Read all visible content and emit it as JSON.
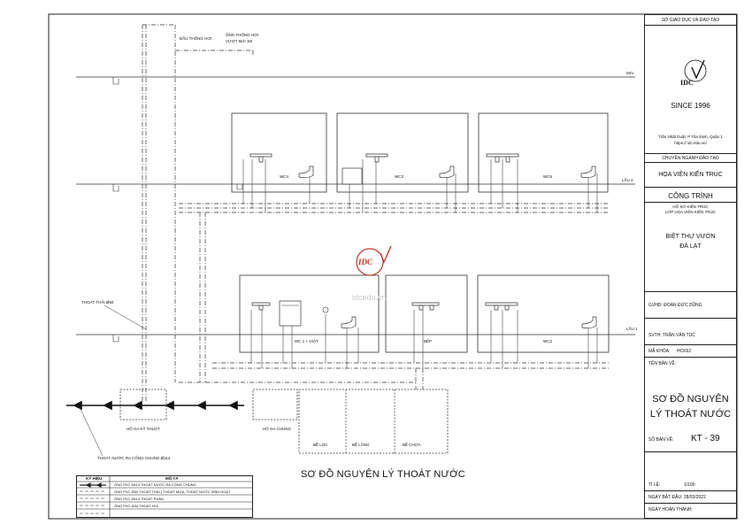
{
  "diagram": {
    "main_title": "SƠ ĐỒ NGUYÊN LÝ THOÁT NƯỚC",
    "labels": {
      "dau_thong_hoi": "ĐẦU THÔNG HƠI",
      "ong_thong_hoi_line1": "ỐNG THÔNG HƠI",
      "ong_thong_hoi_line2": "VƯỢT MÁI 1M",
      "mai": "MÁI",
      "lau2": "LẦU 2",
      "lau1": "LẦU 1",
      "thoat_thai": "THOÁT THẢI Ø60",
      "thoat_nuoc_ra": "THOÁT NƯỚC RA CỐNG CHUNG Ø114",
      "ho_ga_ky_thuat": "HỐ GA KỸ THUẬT",
      "ho_ga_chung": "HỐ GA CHUNG",
      "be_loc": "BỂ LỌC",
      "be_lang": "BỂ LẮNG",
      "be_chua": "BỂ CHỨA",
      "wc4": "WC4",
      "wc3": "WC3",
      "wc5": "WC5",
      "wc1_giat": "WC 1 + GIẶT",
      "bep": "BẾP",
      "wc2": "WC2",
      "watermark": "idcedu.vn",
      "center_logo": "IDC"
    }
  },
  "legend": {
    "col_symbol": "KÝ HIỆU",
    "col_desc": "MÔ TẢ",
    "rows": [
      "ỐNG PVC Ø114 THOÁT NƯỚC RA CỐNG CHUNG",
      "ỐNG PVC Ø60 THOÁT THẢI ( THOÁT MƯA, THOÁT NƯỚC SINH HOẠT",
      "ỐNG PVC Ø114 THOÁT PHÂN",
      "ỐNG PVC Ø34 THOÁT HƠI"
    ]
  },
  "title_block": {
    "org": "SỞ GIÁO DỤC VÀ ĐÀO TẠO",
    "logo": "IDC",
    "since": "SINCE 1996",
    "address": "Trần Nhật Duật, P Tân Định, Quận 1",
    "website": "https:// idc.edu.vn/",
    "chuyen_nganh": "CHUYÊN NGÀNH ĐÀO TẠO",
    "hoa_vien": "HỌA VIÊN KIẾN TRÚC",
    "cong_trinh": "CÔNG TRÌNH",
    "ho_so": "HỒ SƠ KIẾN TRÚC",
    "lop_hoa_vien": "LỚP HỌA VIÊN KIẾN TRÚC",
    "project_line1": "BIỆT THỰ VƯỜN",
    "project_line2": "ĐÀ LẠT",
    "gvhd": "GVHD: ĐOÀN ĐỨC DŨNG",
    "svth": "SVTH: TRẦN VĂN TÚC",
    "ma_khoa_label": "MÃ KHÓA:",
    "ma_khoa_value": "HCK62",
    "ten_ban_ve_label": "TÊN BẢN VẼ:",
    "ten_ban_ve_line1": "SƠ ĐỒ NGUYÊN",
    "ten_ban_ve_line2": "LÝ THOÁT NƯỚC",
    "so_ban_ve_label": "SỐ BẢN VẼ:",
    "so_ban_ve_value": "KT - 39",
    "ti_le_label": "TỈ LỆ:",
    "ti_le_value": "1/100",
    "ngay_bat_dau": "NGÀY BẮT ĐẦU: 28/03/2022",
    "ngay_hoan_thanh": "NGÀY HOÀN THÀNH:"
  },
  "colors": {
    "line": "#222222",
    "accent_red": "#c0392b",
    "logo_blue": "#1f3a8a"
  }
}
